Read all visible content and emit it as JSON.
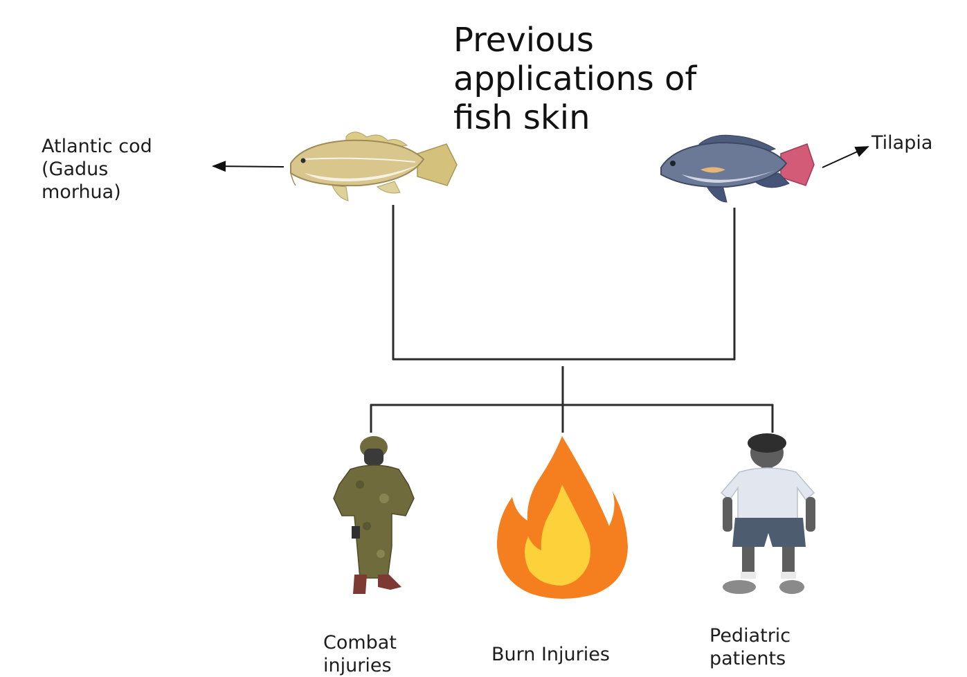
{
  "title": "Previous\napplications of\nfish skin",
  "sources": {
    "cod": {
      "label": "Atlantic cod\n(Gadus\nmorhua)",
      "icon": "cod-fish-icon"
    },
    "tilapia": {
      "label": "Tilapia",
      "icon": "tilapia-fish-icon"
    }
  },
  "applications": [
    {
      "label": "Combat\ninjuries",
      "icon": "soldier-icon"
    },
    {
      "label": "Burn Injuries",
      "icon": "flame-icon"
    },
    {
      "label": "Pediatric\npatients",
      "icon": "child-icon"
    }
  ],
  "colors": {
    "connector": "#2b2b2b",
    "flame_outer": "#f57f1e",
    "flame_inner": "#fdd13a",
    "camo": "#6f6b3c",
    "child_shirt": "#e2e7ef",
    "child_shorts": "#4d5c6e",
    "tilapia_body": "#6b7896",
    "cod_body": "#d9c68c"
  }
}
